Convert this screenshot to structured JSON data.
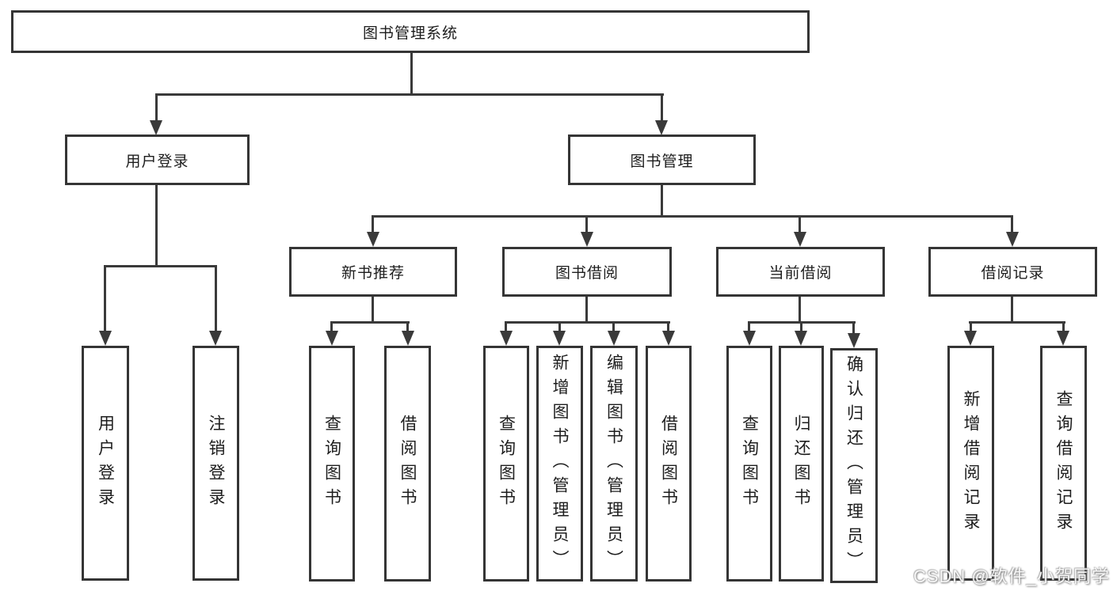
{
  "diagram": {
    "root": "图书管理系统",
    "level2": {
      "user_login": "用户登录",
      "book_management": "图书管理"
    },
    "level3": {
      "new_book_recommend": "新书推荐",
      "book_borrow": "图书借阅",
      "current_borrow": "当前借阅",
      "borrow_records": "借阅记录"
    },
    "leaves": {
      "user_login": "用户登录",
      "logout": "注销登录",
      "rec_query_books": "查询图书",
      "rec_borrow_books": "借阅图书",
      "bb_query_books": "查询图书",
      "bb_add_books_admin": "新增图书（管理员）",
      "bb_edit_books_admin": "编辑图书（管理员）",
      "bb_borrow_books": "借阅图书",
      "cb_query_books": "查询图书",
      "cb_return_books": "归还图书",
      "cb_confirm_return_admin": "确认归还（管理员）",
      "br_add_record": "新增借阅记录",
      "br_query_record": "查询借阅记录"
    }
  },
  "watermark": {
    "text": "CSDN @软件_小贺同学"
  },
  "colors": {
    "line": "#3a3a3a",
    "text": "#1d1d1d",
    "background": "#ffffff"
  }
}
